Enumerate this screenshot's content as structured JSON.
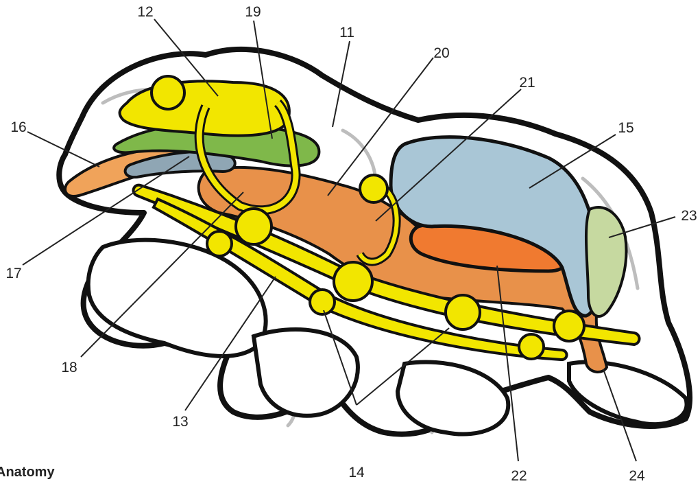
{
  "caption": "Anatomy",
  "labels": {
    "l11": "11",
    "l12": "12",
    "l13": "13",
    "l14": "14",
    "l15": "15",
    "l16": "16",
    "l17": "17",
    "l18": "18",
    "l19": "19",
    "l20": "20",
    "l21": "21",
    "l22": "22",
    "l23": "23",
    "l24": "24"
  }
}
